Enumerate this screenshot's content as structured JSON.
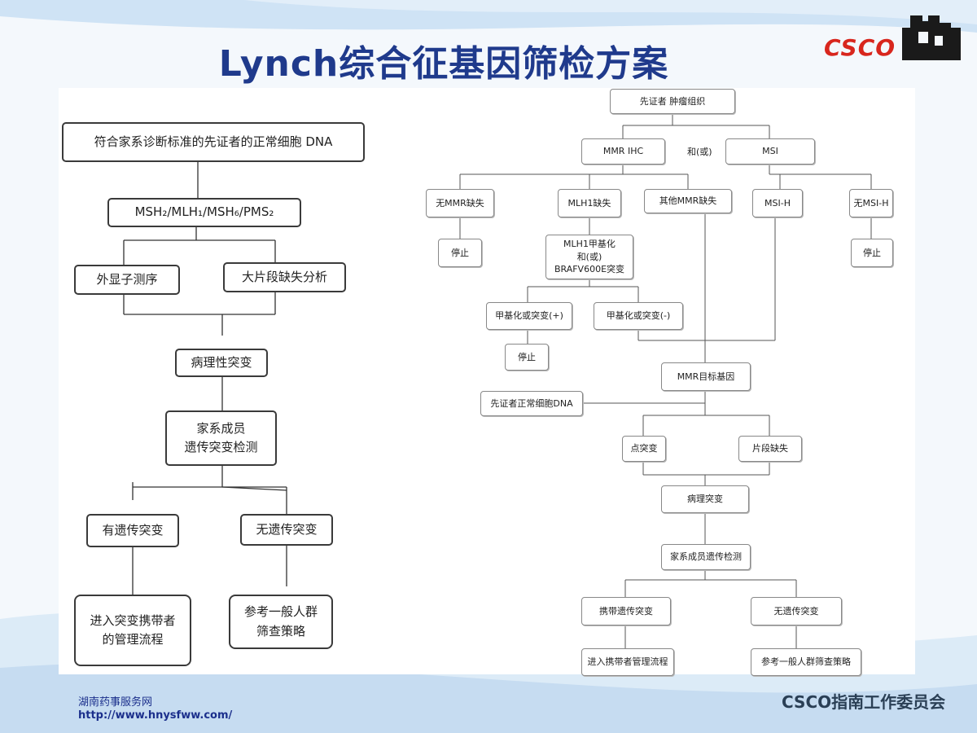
{
  "title": "Lynch综合征基因筛检方案",
  "logo_text": "CSCO",
  "left_flow": {
    "proband_dna": "符合家系诊断标准的先证者的正常细胞 DNA",
    "genes": "MSH₂/MLH₁/MSH₆/PMS₂",
    "exon_seq": "外显子测序",
    "large_deletion": "大片段缺失分析",
    "pathogenic": "病理性突变",
    "family_test": "家系成员\n遗传突变检测",
    "has_mutation": "有遗传突变",
    "no_mutation": "无遗传突变",
    "carrier_flow": "进入突变携带者\n的管理流程",
    "general_screen": "参考一般人群\n筛查策略"
  },
  "right_flow": {
    "tumor": "先证者 肿瘤组织",
    "mmr_ihc": "MMR IHC",
    "and_or": "和(或)",
    "msi": "MSI",
    "no_mmr_loss": "无MMR缺失",
    "mlh1_loss": "MLH1缺失",
    "other_mmr_loss": "其他MMR缺失",
    "msi_h": "MSI-H",
    "no_msi_h": "无MSI-H",
    "stop1": "停止",
    "mlh1_methyl": "MLH1甲基化\n和(或)\nBRAFV600E突变",
    "stop2": "停止",
    "methyl_pos": "甲基化或突变(+)",
    "methyl_neg": "甲基化或突变(-)",
    "stop3": "停止",
    "mmr_target": "MMR目标基因",
    "proband_dna": "先证者正常细胞DNA",
    "point_mutation": "点突变",
    "fragment_deletion": "片段缺失",
    "pathogenic": "病理突变",
    "family_test": "家系成员遗传检测",
    "carrier": "携带遗传突变",
    "no_carrier": "无遗传突变",
    "carrier_flow": "进入携带者管理流程",
    "general_screen": "参考一般人群筛查策略"
  },
  "footer": {
    "source_name": "湖南药事服务网",
    "source_url": "http://www.hnysfww.com/",
    "committee": "CSCO指南工作委员会"
  },
  "colors": {
    "title": "#1f3a8c",
    "logo": "#d8261d",
    "background_stripe": "#c9e0f4"
  }
}
